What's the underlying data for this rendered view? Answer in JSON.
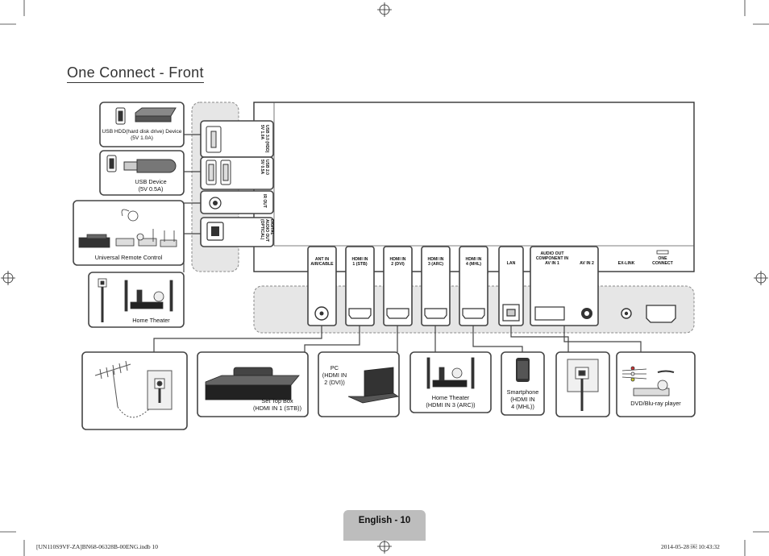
{
  "page": {
    "title": "One Connect - Front",
    "footer_label": "English - 10",
    "print_file": "[UN110S9VF-ZA]BN68-06328B-00ENG.indb   10",
    "print_date": "2014-05-28   ￼ 10:43:32"
  },
  "front_ports": [
    {
      "id": "usb30",
      "label": "USB 3.0 (HDD)\n5V 1.0A"
    },
    {
      "id": "usb20",
      "label": "USB 2.0\n5V 0.5A"
    },
    {
      "id": "irout",
      "label": "IR OUT"
    },
    {
      "id": "optical",
      "label": "DIGITAL\nAUDIO OUT\n(OPTICAL)"
    }
  ],
  "bottom_ports": [
    {
      "id": "ant",
      "label": "ANT IN\nAIR/CABLE"
    },
    {
      "id": "hdmi1",
      "label": "HDMI IN\n1 (STB)"
    },
    {
      "id": "hdmi2",
      "label": "HDMI IN\n2 (DVI)"
    },
    {
      "id": "hdmi3",
      "label": "HDMI IN\n3 (ARC)"
    },
    {
      "id": "hdmi4",
      "label": "HDMI IN\n4 (MHL)"
    },
    {
      "id": "lan",
      "label": "LAN"
    },
    {
      "id": "audioout",
      "label": "AUDIO OUT\nCOMPONENT IN\nAV IN 1"
    },
    {
      "id": "avin2",
      "label": "AV IN 2"
    },
    {
      "id": "exlink",
      "label": "EX-LINK"
    },
    {
      "id": "oneconnect",
      "label": "ONE\nCONNECT"
    }
  ],
  "devices": {
    "usb_hdd": "USB HDD(hard disk drive) Device\n(5V 1.0A)",
    "usb_device": "USB Device\n(5V 0.5A)",
    "remote": "Universal Remote Control",
    "home_theater_left": "Home Theater",
    "set_top_box": "Set Top Box\n(HDMI IN 1 (STB))",
    "pc": "PC\n(HDMI IN\n2 (DVI))",
    "home_theater_arc": "Home Theater\n(HDMI IN 3 (ARC))",
    "smartphone": "Smartphone\n(HDMI IN\n4 (MHL))",
    "dvd": "DVD/Blu-ray player"
  },
  "icons": [
    "registration-mark-icon",
    "usb-port-icon",
    "hdmi-port-icon",
    "lan-port-icon",
    "coax-port-icon",
    "antenna-icon",
    "laptop-icon",
    "smartphone-icon",
    "speaker-icon",
    "disc-player-icon"
  ]
}
